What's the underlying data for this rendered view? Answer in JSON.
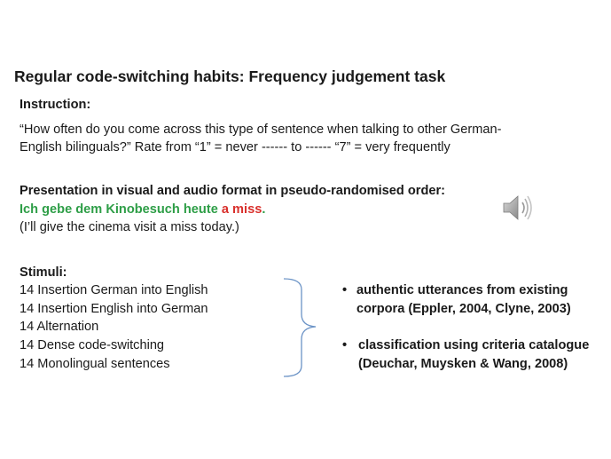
{
  "title": "Regular code-switching habits: Frequency judgement task",
  "instruction": {
    "heading": "Instruction:",
    "line1": "“How often do you come across this type of sentence when talking to other German-",
    "line2": "English bilinguals?” Rate from “1” = never  ------ to ------    “7” = very frequently"
  },
  "presentation": {
    "heading": "Presentation in visual and audio format in pseudo-randomised order:",
    "example_green": "Ich gebe dem Kinobesuch heute ",
    "example_red": "a miss",
    "example_period": ".",
    "translation": "(I’ll give the cinema visit a miss today.)"
  },
  "stimuli": {
    "heading": "Stimuli:",
    "items": [
      "14 Insertion German into English",
      "14 Insertion English into German",
      "14 Alternation",
      "14 Dense code-switching",
      "14 Monolingual sentences"
    ]
  },
  "bullets": [
    {
      "marker": "•",
      "line1": "authentic utterances from existing",
      "line2": "corpora (Eppler, 2004, Clyne, 2003)"
    },
    {
      "marker": "•",
      "line1": "classification using criteria catalogue",
      "line2": "(Deuchar, Muysken & Wang, 2008)"
    }
  ],
  "icons": {
    "speaker": "speaker-icon",
    "brace": "curly-brace"
  },
  "colors": {
    "green": "#2e9e47",
    "red": "#d9302c",
    "brace": "#6b93c6"
  }
}
